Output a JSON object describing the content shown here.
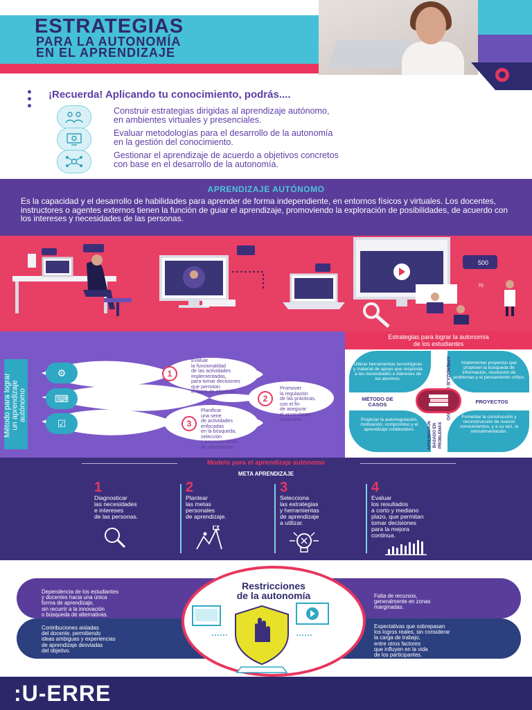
{
  "header": {
    "title_line1": "ESTRATEGIAS",
    "title_line2": "PARA LA AUTONOMÍA",
    "title_line3": "EN EL APRENDIZAJE"
  },
  "recuerda": {
    "heading": "¡Recuerda! Aplicando tu conocimiento, podrás....",
    "items": [
      {
        "icon": "people-icon",
        "line1": "Construir estrategias dirigidas al aprendizaje autónomo,",
        "line2": "en ambientes virtuales y presenciales."
      },
      {
        "icon": "screen-gear-icon",
        "line1": "Evaluar metodologías para el desarrollo de la autonomía",
        "line2": "en la gestión del conocimiento."
      },
      {
        "icon": "network-icon",
        "line1": "Gestionar el aprendizaje de acuerdo a objetivos concretos",
        "line2": "con base en el desarrollo de la autonomía."
      }
    ]
  },
  "aprendizaje": {
    "heading": "APRENDIZAJE AUTÓNOMO",
    "text": "Es la capacidad y el desarrollo de habilidades para aprender de forma independiente, en entornos físicos y virtuales. Los docentes, instructores o agentes externos tienen la función de guiar el aprendizaje, promoviendo la exploración de posibilidades, de acuerdo con los intereses y necesidades de las personas."
  },
  "illustration": {
    "badge_500": "500",
    "badge_70": "70"
  },
  "metodo": {
    "label_line1": "Método para lograr",
    "label_line2": "un aprendizaje autónomo",
    "steps": [
      {
        "num": "1",
        "lines": [
          "Evaluar",
          "la funcionalidad",
          "de las actividades",
          "implementadas,",
          "para tomar decisiones",
          "que permitan",
          "el logro de objetivos."
        ]
      },
      {
        "num": "2",
        "lines": [
          "Promover",
          "la regulación",
          "de las prácticas,",
          "con el fin",
          "de asegurar",
          "el aprendizaje",
          "autónomo."
        ]
      },
      {
        "num": "3",
        "lines": [
          "Planificar",
          "una serie",
          "de actividades",
          "enfocadas",
          "en la búsqueda,",
          "selección",
          "y procesamiento",
          "de información."
        ]
      }
    ]
  },
  "estrategias": {
    "heading_line1": "Estrategias para lograr la autonomía",
    "heading_line2": "de los estudiantes",
    "q1": "Utilizar herramientas tecnológicas y material de apoyo que responda a las necesidades e intereses de los alumnos.",
    "q2": "Implementar proyectos que propicien la búsqueda de información, resolución de problemas y el pensamiento crítico.",
    "q3": "Propiciar la autorregulación, motivación, compromiso y el aprendizaje colaborativo.",
    "q4": "Fomentar la construcción y reconstrucción de nuevos conocimientos, y a su vez, la retroalimentación.",
    "label_colab": "APRENDIZAJE COLABORATIVO",
    "label_casos": "MÉTODO DE CASOS",
    "label_proyectos": "PROYECTOS",
    "label_problemas": "APRENDIZAJE BASADO EN PROBLEMAS"
  },
  "modelo": {
    "heading": "Modelo para el aprendizaje autónomo",
    "meta": "META APRENDIZAJE",
    "steps": [
      {
        "num": "1",
        "lines": [
          "Diagnosticar",
          "las necesidades",
          "e intereses",
          "de las personas."
        ],
        "icon": "magnifier-icon"
      },
      {
        "num": "2",
        "lines": [
          "Plantear",
          "las metas",
          "personales",
          "de aprendizaje."
        ],
        "icon": "goal-flag-icon"
      },
      {
        "num": "3",
        "lines": [
          "Selecciona",
          "las estrategias",
          "y herramientas",
          "de aprendizaje",
          "a utilizar."
        ],
        "icon": "lightbulb-tools-icon"
      },
      {
        "num": "4",
        "lines": [
          "Evaluar",
          "los resultados",
          "a corto y mediano",
          "plazo, que permitan",
          "tomar decisiones",
          "para la mejora",
          "continua."
        ],
        "icon": "bar-chart-icon"
      }
    ]
  },
  "restricciones": {
    "title_line1": "Restricciones",
    "title_line2": "de la autonomía",
    "left_top": [
      "Dependencia de los estudiantes",
      "y docentes hacia una única",
      "forma de aprendizaje,",
      "sin recurrir a la innovación",
      "o búsqueda de alternativas."
    ],
    "left_bottom": [
      "Contribuciones aisladas",
      "del docente, permitiendo",
      "ideas ambiguas y experiencias",
      "de aprendizaje desviadas",
      "del objetivo."
    ],
    "right_top": [
      "Falta de recursos,",
      "generalmente en zonas",
      "marginadas."
    ],
    "right_bottom": [
      "Expectativas que sobrepasan",
      "los logros reales, sin considerar",
      "la carga de trabajo,",
      "entre otros factores",
      "que influyen en la vida",
      "de los participantes."
    ]
  },
  "footer": {
    "brand": ":U-ERRE"
  },
  "colors": {
    "purple": "#5a3d9a",
    "navy": "#2c2768",
    "cyan": "#46c0d6",
    "pink": "#e8365e"
  }
}
